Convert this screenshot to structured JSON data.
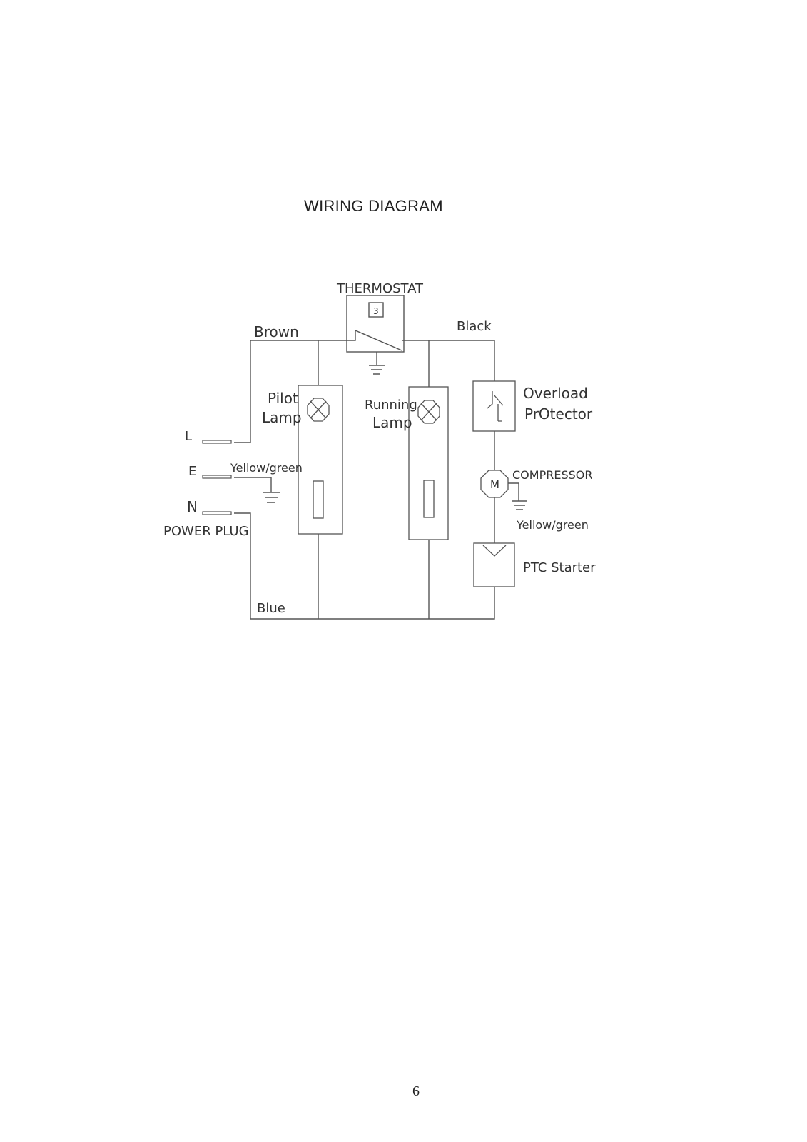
{
  "page": {
    "title": "WIRING DIAGRAM",
    "page_number": "6"
  },
  "labels": {
    "thermostat": "THERMOSTAT",
    "thermostat_dial": "3",
    "brown": "Brown",
    "black": "Black",
    "blue": "Blue",
    "pilot": "Pilot",
    "pilot_lamp": "Lamp",
    "running": "Running",
    "running_lamp": "Lamp",
    "overload": "Overload",
    "protector": "PrOtector",
    "compressor": "COMPRESSOR",
    "compressor_motor": "M",
    "compressor_yg": "Yellow/green",
    "ptc_starter": "PTC Starter",
    "plug_l": "L",
    "plug_e": "E",
    "plug_n": "N",
    "plug_yg": "Yellow/green",
    "power_plug": "POWER PLUG"
  }
}
